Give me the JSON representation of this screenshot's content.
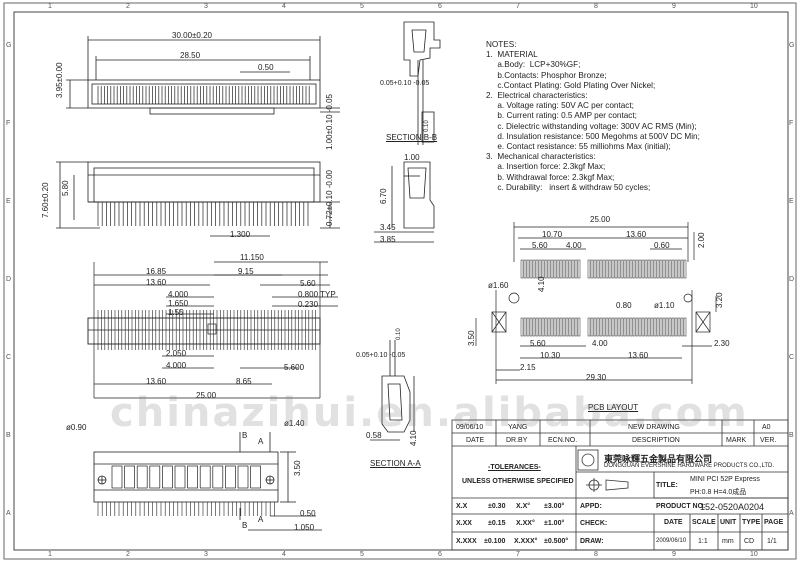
{
  "border": {
    "cols": [
      "1",
      "2",
      "3",
      "4",
      "5",
      "6",
      "7",
      "8",
      "9",
      "10"
    ],
    "rows": [
      "G",
      "F",
      "E",
      "D",
      "C",
      "B",
      "A"
    ]
  },
  "top_view": {
    "dims": [
      "30.00±0.20",
      "28.50",
      "0.50",
      "3.95±0.00",
      "1.00±0.10 -0.05"
    ]
  },
  "side_view": {
    "dims": [
      "7.60±0.20",
      "5.80",
      "0.72±0.10 -0.00",
      "1.300"
    ]
  },
  "front_view": {
    "dims": [
      "11.150",
      "16.85",
      "9.15",
      "5.60",
      "13.60",
      "0.800 TYP",
      "4.000",
      "0.230",
      "1.650",
      "1.55",
      "2.050",
      "4.000",
      "5.600",
      "13.60",
      "8.65",
      "25.00"
    ]
  },
  "section_bb": {
    "dims": [
      "0.05+0.10 -0.05",
      "0.10"
    ],
    "label": "SECTION B-B"
  },
  "section_right": {
    "dims": [
      "1.00",
      "6.70",
      "3.45",
      "3.85"
    ]
  },
  "section_aa": {
    "dims": [
      "0.05+0.10 -0.05",
      "0.10",
      "0.58",
      "4.10"
    ],
    "label": "SECTION A-A"
  },
  "bottom_view": {
    "dims": [
      "ø0.90",
      "ø1.40",
      "B",
      "B",
      "A",
      "A",
      "3.50",
      "0.50",
      "1.050"
    ]
  },
  "pcb_layout": {
    "dims": [
      "25.00",
      "10.70",
      "13.60",
      "5.60",
      "4.00",
      "0.60",
      "2.00",
      "ø1.60",
      "4.10",
      "0.80",
      "ø1.10",
      "3.20",
      "3.50",
      "5.60",
      "4.00",
      "10.30",
      "13.60",
      "2.30",
      "2.15",
      "29.30"
    ],
    "label": "PCB LAYOUT"
  },
  "notes": {
    "heading": "NOTES:",
    "lines": [
      "1.  MATERIAL",
      "     a.Body:  LCP+30%GF;",
      "     b.Contacts: Phosphor Bronze;",
      "     c.Contact Plating: Gold Plating Over Nickel;",
      "2.  Electrical characteristics:",
      "     a. Voltage rating: 50V AC per contact;",
      "     b. Current rating: 0.5 AMP per contact;",
      "     c. Dielectric withstanding voltage: 300V AC RMS (Min);",
      "     d. Insulation resistance: 500 Megohms at 500V DC Min;",
      "     e. Contact resistance: 55 milliohms Max (initial);",
      "3.  Mechanical characteristics:",
      "     a. Insertion force: 2.3kgf Max;",
      "     b. Withdrawal force: 2.3kgf Max;",
      "     c. Durability:   insert & withdraw 50 cycles;"
    ]
  },
  "watermark": "chinazihui.en.alibaba.com",
  "revision": {
    "date": "09/06/10",
    "by": "YANG",
    "description": "NEW DRAWING",
    "rev": "A0",
    "headers": [
      "DATE",
      "DR.BY",
      "ECN.NO.",
      "DESCRIPTION",
      "MARK",
      "VER."
    ]
  },
  "tolerances": {
    "title": "-TOLERANCES-",
    "subtitle": "UNLESS OTHERWISE SPECIFIED",
    "rows": [
      [
        "X.X",
        "±0.30",
        "X.X°",
        "±3.00°"
      ],
      [
        "X.XX",
        "±0.15",
        "X.XX°",
        "±1.00°"
      ],
      [
        "X.XXX",
        "±0.100",
        "X.XXX°",
        "±0.500°"
      ]
    ]
  },
  "company": {
    "name_cn": "東莞咏輝五金製品有限公司",
    "name_en": "DONGGUAN EVERSHINE HARDWARE PRODUCTS CO.,LTD."
  },
  "title_block": {
    "title_label": "TITLE:",
    "title_line1": "MINI PCI 52P  Express",
    "title_line2": "PH:0.8 H=4.0成品",
    "product_label": "PRODUCT NO:",
    "product_no": "152-0520A0204",
    "appd": "APPD:",
    "check": "CHECK:",
    "draw": "DRAW:",
    "headers": [
      "DATE",
      "SCALE",
      "UNIT",
      "TYPE",
      "PAGE"
    ],
    "values": [
      "2009/06/10",
      "1:1",
      "mm",
      "CD",
      "1/1"
    ]
  }
}
